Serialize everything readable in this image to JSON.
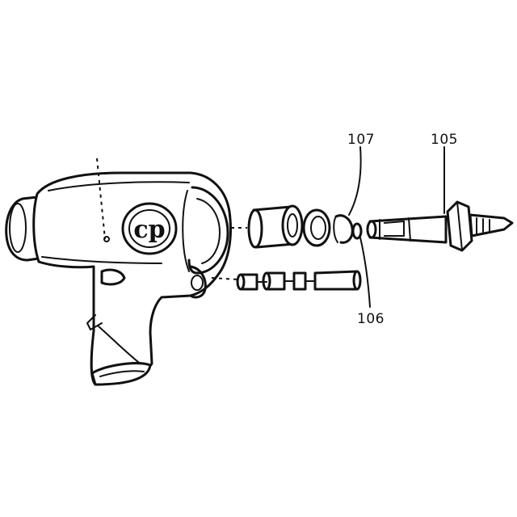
{
  "diagram": {
    "part_labels": [
      {
        "id": "107",
        "text": "107"
      },
      {
        "id": "105",
        "text": "105"
      },
      {
        "id": "106",
        "text": "106"
      }
    ],
    "logo_text": "cp"
  }
}
